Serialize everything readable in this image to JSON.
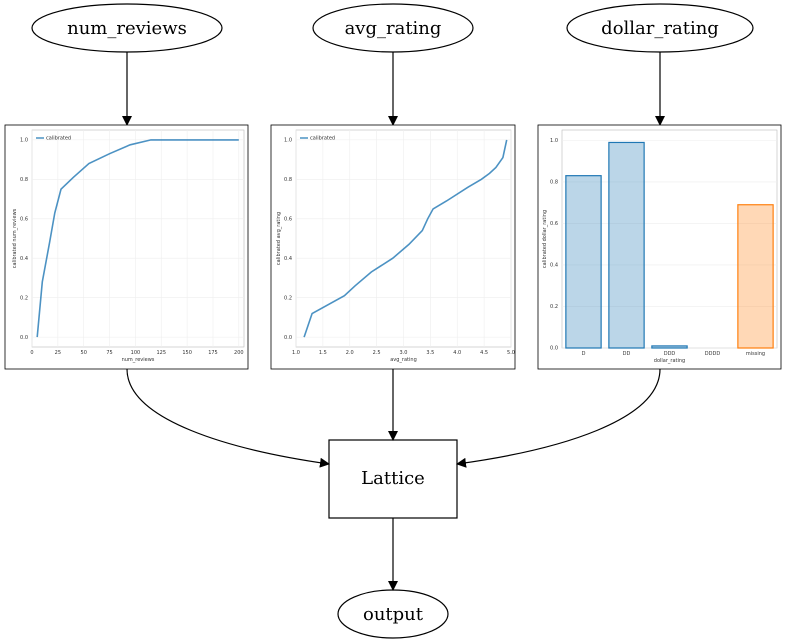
{
  "graph": {
    "inputs": [
      {
        "id": "num_reviews",
        "label": "num_reviews"
      },
      {
        "id": "avg_rating",
        "label": "avg_rating"
      },
      {
        "id": "dollar_rating",
        "label": "dollar_rating"
      }
    ],
    "lattice_label": "Lattice",
    "output_label": "output"
  },
  "chart_data": [
    {
      "type": "line",
      "legend": [
        "calibrated"
      ],
      "legend_position": "top-left",
      "series": [
        {
          "name": "calibrated",
          "color": "#1f77b4",
          "x": [
            5,
            10,
            17,
            22,
            28,
            40,
            55,
            75,
            95,
            115,
            150,
            200
          ],
          "y": [
            0.0,
            0.28,
            0.48,
            0.63,
            0.75,
            0.81,
            0.88,
            0.93,
            0.975,
            1.0,
            1.0,
            1.0
          ]
        }
      ],
      "xlabel": "num_reviews",
      "ylabel": "calibrated num_reviews",
      "xlim": [
        0,
        205
      ],
      "ylim": [
        -0.05,
        1.05
      ],
      "xticks": [
        "0",
        "25",
        "50",
        "75",
        "100",
        "125",
        "150",
        "175",
        "200"
      ],
      "yticks": [
        "0.0",
        "0.2",
        "0.4",
        "0.6",
        "0.8",
        "1.0"
      ],
      "grid": true
    },
    {
      "type": "line",
      "legend": [
        "calibrated"
      ],
      "legend_position": "top-left",
      "series": [
        {
          "name": "calibrated",
          "color": "#1f77b4",
          "x": [
            1.15,
            1.3,
            1.9,
            2.1,
            2.4,
            2.8,
            3.1,
            3.35,
            3.45,
            3.55,
            3.8,
            4.2,
            4.45,
            4.6,
            4.72,
            4.85,
            4.92
          ],
          "y": [
            0.0,
            0.12,
            0.21,
            0.26,
            0.33,
            0.4,
            0.47,
            0.54,
            0.6,
            0.65,
            0.69,
            0.76,
            0.8,
            0.83,
            0.86,
            0.91,
            1.0
          ]
        }
      ],
      "xlabel": "avg_rating",
      "ylabel": "calibrated avg_rating",
      "xlim": [
        1.0,
        5.0
      ],
      "ylim": [
        -0.05,
        1.05
      ],
      "xticks": [
        "1.0",
        "1.5",
        "2.0",
        "2.5",
        "3.0",
        "3.5",
        "4.0",
        "4.5",
        "5.0"
      ],
      "yticks": [
        "0.0",
        "0.2",
        "0.4",
        "0.6",
        "0.8",
        "1.0"
      ],
      "grid": true
    },
    {
      "type": "bar",
      "categories": [
        "D",
        "DD",
        "DDD",
        "DDDD",
        "missing"
      ],
      "values": [
        0.83,
        0.99,
        0.01,
        0.0,
        0.69
      ],
      "colors": [
        "#1f77b4",
        "#1f77b4",
        "#1f77b4",
        "#1f77b4",
        "#ff7f0e"
      ],
      "xlabel": "dollar_rating",
      "ylabel": "calibrated dollar_rating",
      "ylim": [
        0,
        1.05
      ],
      "yticks": [
        "0.0",
        "0.2",
        "0.4",
        "0.6",
        "0.8",
        "1.0"
      ],
      "grid": true
    }
  ]
}
